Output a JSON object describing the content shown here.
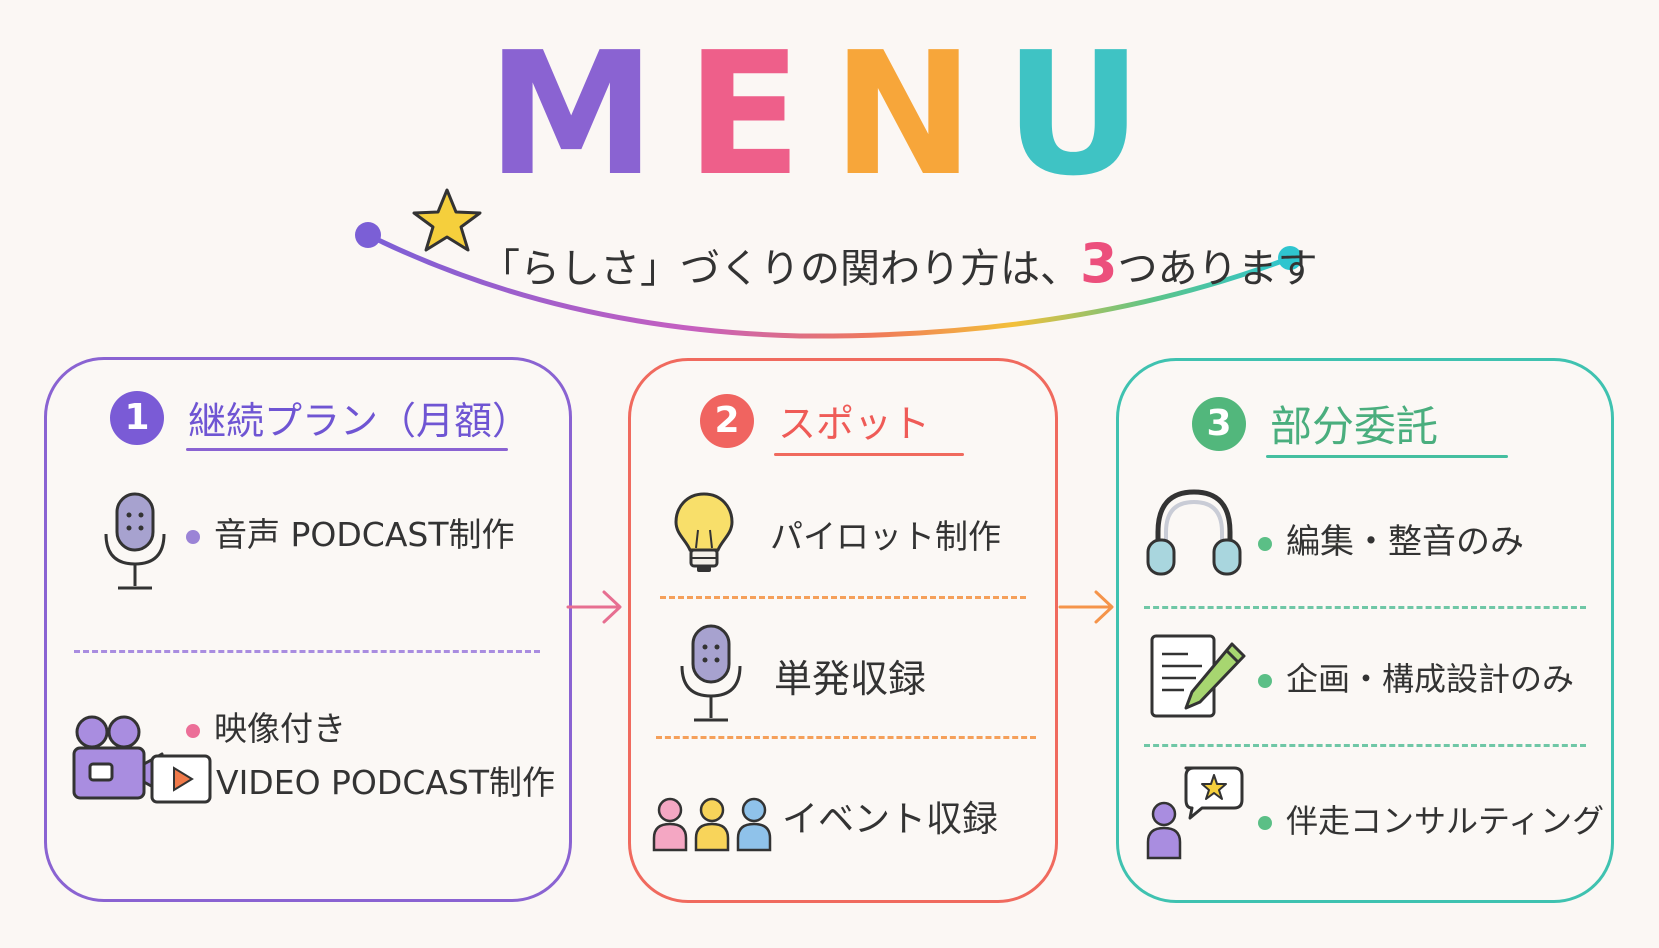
{
  "title": {
    "letters": [
      "M",
      "E",
      "N",
      "U"
    ],
    "colors": [
      "#8a63d2",
      "#ee5f8a",
      "#f7a63a",
      "#3fc3c4"
    ]
  },
  "subtitle": {
    "before": "「らしさ」づくりの関わり方は、",
    "number": "3",
    "after": "つあります"
  },
  "cards": [
    {
      "number": "1",
      "title": "継続プラン（月額）",
      "color": "#8a63d2",
      "items": [
        {
          "icon": "microphone-icon",
          "lines": [
            "音声 PODCAST制作"
          ],
          "dot_color": "#9b84d6"
        },
        {
          "icon": "video-camera-icon",
          "lines": [
            "映像付き",
            "VIDEO PODCAST制作"
          ],
          "dot_color": "#ec6f98"
        }
      ]
    },
    {
      "number": "2",
      "title": "スポット",
      "color": "#f0645c",
      "items": [
        {
          "icon": "lightbulb-icon",
          "lines": [
            "パイロット制作"
          ]
        },
        {
          "icon": "microphone-icon",
          "lines": [
            "単発収録"
          ]
        },
        {
          "icon": "people-icon",
          "lines": [
            "イベント収録"
          ]
        }
      ]
    },
    {
      "number": "3",
      "title": "部分委託",
      "color": "#4fb885",
      "items": [
        {
          "icon": "headphones-icon",
          "lines": [
            "編集・整音のみ"
          ],
          "dot_color": "#5bbf86"
        },
        {
          "icon": "document-pencil-icon",
          "lines": [
            "企画・構成設計のみ"
          ],
          "dot_color": "#5bbf86"
        },
        {
          "icon": "consulting-person-icon",
          "lines": [
            "伴走コンサルティング"
          ],
          "dot_color": "#5bbf86"
        }
      ]
    }
  ]
}
